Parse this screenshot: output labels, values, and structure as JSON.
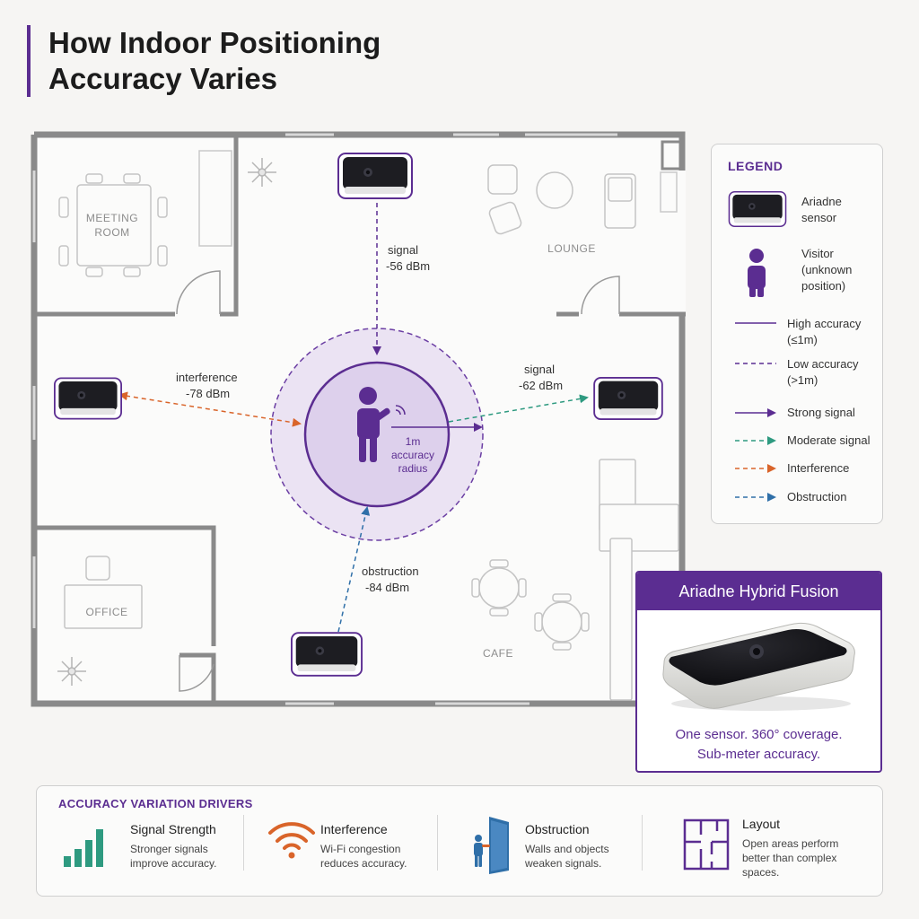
{
  "title": {
    "line1": "How Indoor Positioning",
    "line2": "Accuracy Varies"
  },
  "rooms": {
    "meeting1": "MEETING",
    "meeting2": "ROOM",
    "lounge": "LOUNGE",
    "office": "OFFICE",
    "cafe": "CAFE"
  },
  "signals": {
    "top": {
      "l1": "signal",
      "l2": "-56 dBm"
    },
    "left": {
      "l1": "interference",
      "l2": "-78 dBm"
    },
    "right": {
      "l1": "signal",
      "l2": "-62 dBm"
    },
    "bottom": {
      "l1": "obstruction",
      "l2": "-84 dBm"
    }
  },
  "radius": {
    "l1": "1m",
    "l2": "accuracy",
    "l3": "radius"
  },
  "legend": {
    "title": "LEGEND",
    "sensor": [
      "Ariadne",
      "sensor"
    ],
    "visitor": [
      "Visitor",
      "(unknown",
      "position)"
    ],
    "high": [
      "High accuracy",
      "(≤1m)"
    ],
    "low": [
      "Low accuracy",
      "(>1m)"
    ],
    "strong": "Strong signal",
    "moderate": "Moderate signal",
    "interference": "Interference",
    "obstruction": "Obstruction"
  },
  "fusion": {
    "title": "Ariadne Hybrid Fusion",
    "cap1": "One sensor. 360° coverage.",
    "cap2": "Sub-meter accuracy."
  },
  "drivers": {
    "title": "ACCURACY VARIATION DRIVERS",
    "items": [
      {
        "name": "Signal Strength",
        "desc": "Stronger signals improve accuracy."
      },
      {
        "name": "Interference",
        "desc": "Wi-Fi congestion reduces accuracy."
      },
      {
        "name": "Obstruction",
        "desc": "Walls and objects weaken signals."
      },
      {
        "name": "Layout",
        "desc": "Open areas perform better than complex spaces."
      }
    ]
  },
  "colors": {
    "purple": "#5b2d91",
    "teal": "#2e9a80",
    "orange": "#d9642a",
    "blue": "#2f6fa8",
    "wall": "#8a8a8a"
  }
}
